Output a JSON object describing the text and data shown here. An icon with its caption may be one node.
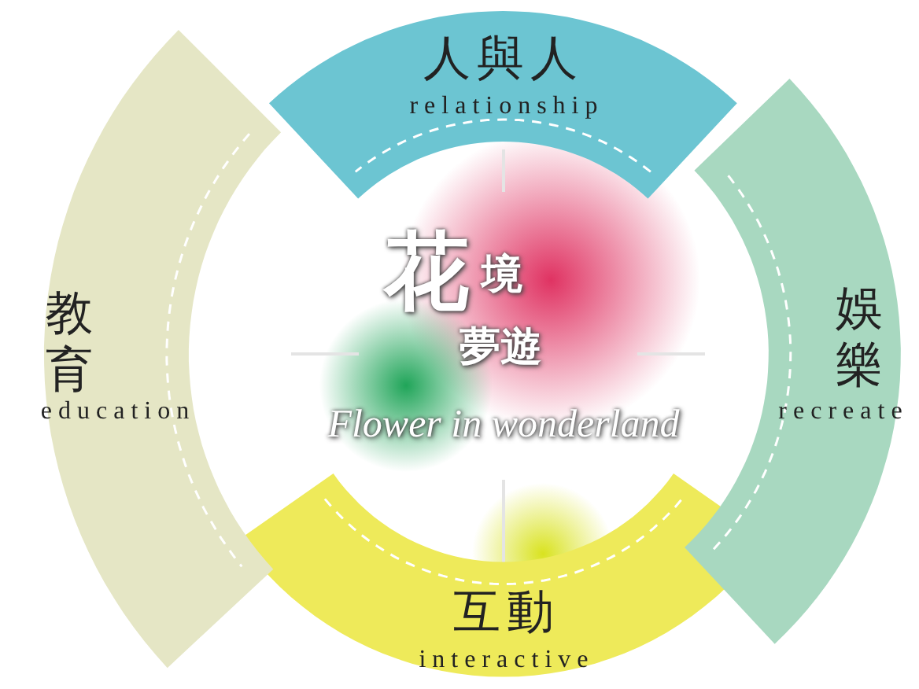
{
  "diagram": {
    "title": "花境夢遊",
    "nodes": [
      {
        "text": [
          "人與人",
          "relationship"
        ]
      },
      {
        "text": [
          "教育",
          "education"
        ]
      },
      {
        "text": [
          "娛樂",
          "recreate"
        ]
      },
      {
        "text": [
          "互動",
          "interactive"
        ]
      }
    ],
    "labels": [
      "Flower in wonderland"
    ]
  }
}
